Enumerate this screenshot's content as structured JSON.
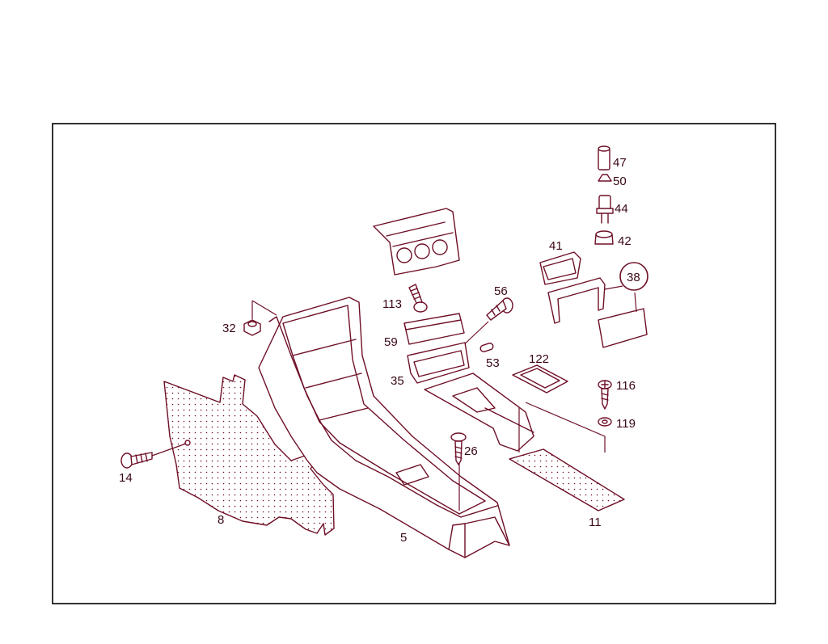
{
  "callouts": {
    "c5": "5",
    "c8": "8",
    "c11": "11",
    "c14": "14",
    "c26": "26",
    "c32": "32",
    "c35": "35",
    "c38": "38",
    "c41": "41",
    "c42": "42",
    "c44": "44",
    "c47": "47",
    "c50": "50",
    "c53": "53",
    "c56": "56",
    "c59": "59",
    "c113": "113",
    "c116": "116",
    "c119": "119",
    "c122": "122"
  },
  "colors": {
    "line": "#6e0f26",
    "text": "#3a0714",
    "frame": "#000000",
    "background": "#ffffff"
  }
}
